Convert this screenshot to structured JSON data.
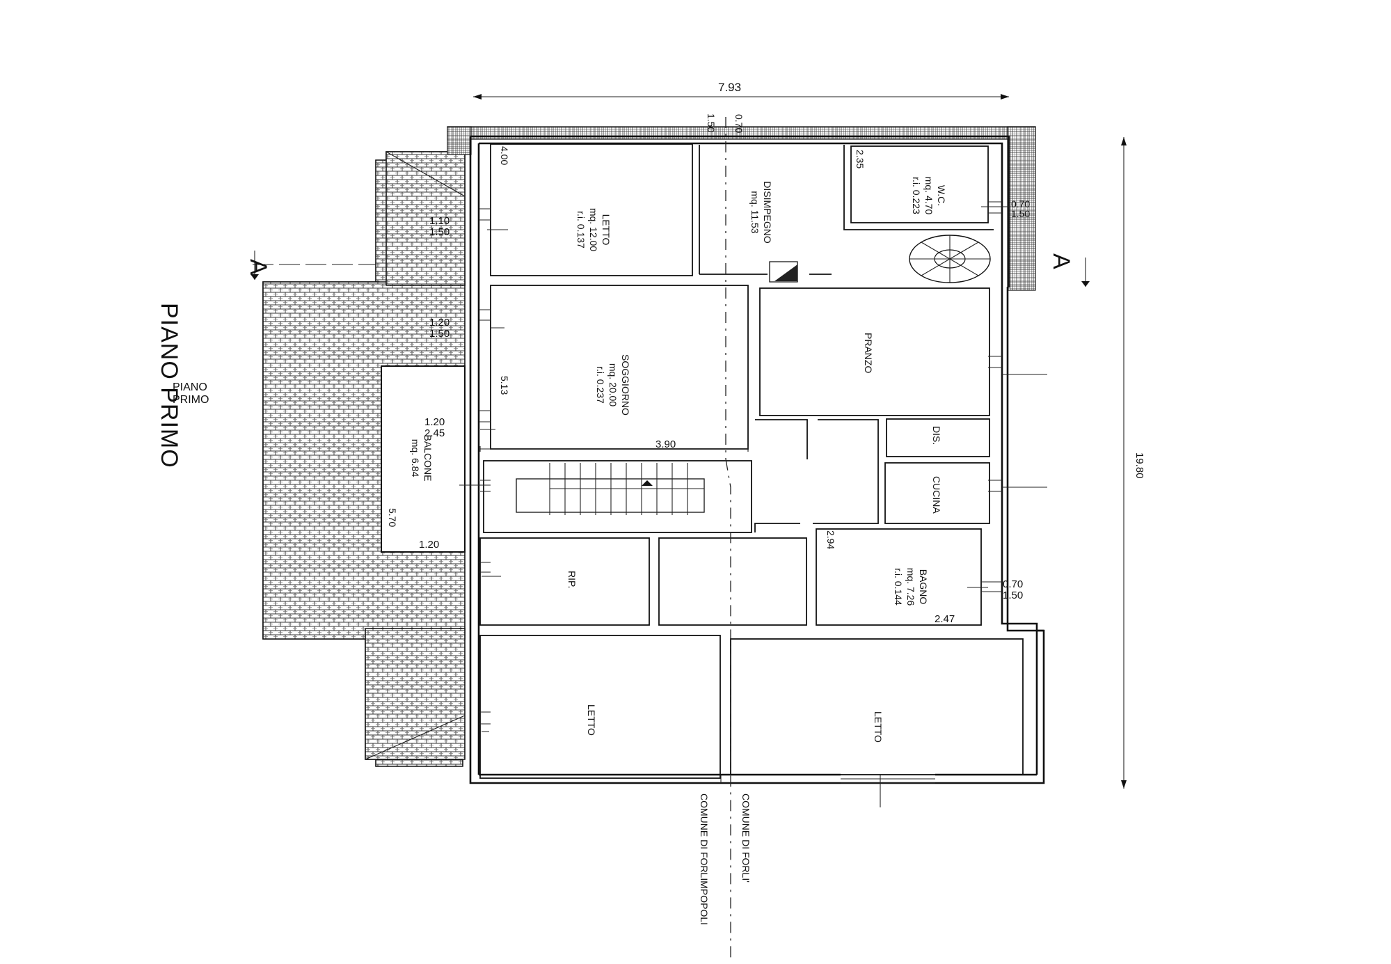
{
  "title": "PIANO PRIMO",
  "section_marker": "A",
  "dimensions": {
    "overall_width": "7.93",
    "overall_length": "19.80",
    "top_window_1": "1.50",
    "top_window_2": "0.70",
    "wc_window_1": "0.70",
    "wc_window_2": "1.50",
    "letto1_height": "4.00",
    "wc_height": "2.35",
    "letto1_window_1": "1.10",
    "letto1_window_2": "1.50",
    "soggiorno_window_1": "1.20",
    "soggiorno_window_2": "1.50",
    "soggiorno_height": "5.13",
    "soggiorno_width": "3.90",
    "balcone_window_1": "1.20",
    "balcone_window_2": "2.45",
    "balcone_length": "5.70",
    "balcone_depth": "1.20",
    "bagno_height": "2.94",
    "bagno_width": "2.47",
    "bagno_window_1": "0.70",
    "bagno_window_2": "1.50"
  },
  "rooms": {
    "letto_1": {
      "name": "LETTO",
      "area": "mq. 12.00",
      "ri": "r.i. 0.137"
    },
    "disimpegno": {
      "name": "DISIMPEGNO",
      "area": "mq. 11.53"
    },
    "wc": {
      "name": "W.C.",
      "area": "mq. 4.70",
      "ri": "r.i. 0.223"
    },
    "soggiorno": {
      "name": "SOGGIORNO",
      "area": "mq. 20.00",
      "ri": "r.i. 0.237"
    },
    "pranzo": {
      "name": "PRANZO"
    },
    "dis": {
      "name": "DIS."
    },
    "cucina": {
      "name": "CUCINA"
    },
    "balcone": {
      "name": "BALCONE",
      "area": "mq. 6.84"
    },
    "rip": {
      "name": "RIP."
    },
    "bagno": {
      "name": "BAGNO",
      "area": "mq. 7.26",
      "ri": "r.i. 0.144"
    },
    "letto_2": {
      "name": "LETTO"
    },
    "letto_3": {
      "name": "LETTO"
    }
  },
  "boundary": {
    "comune_1": "COMUNE DI FORLI'",
    "comune_2": "COMUNE DI FORLIMPOPOLI"
  }
}
